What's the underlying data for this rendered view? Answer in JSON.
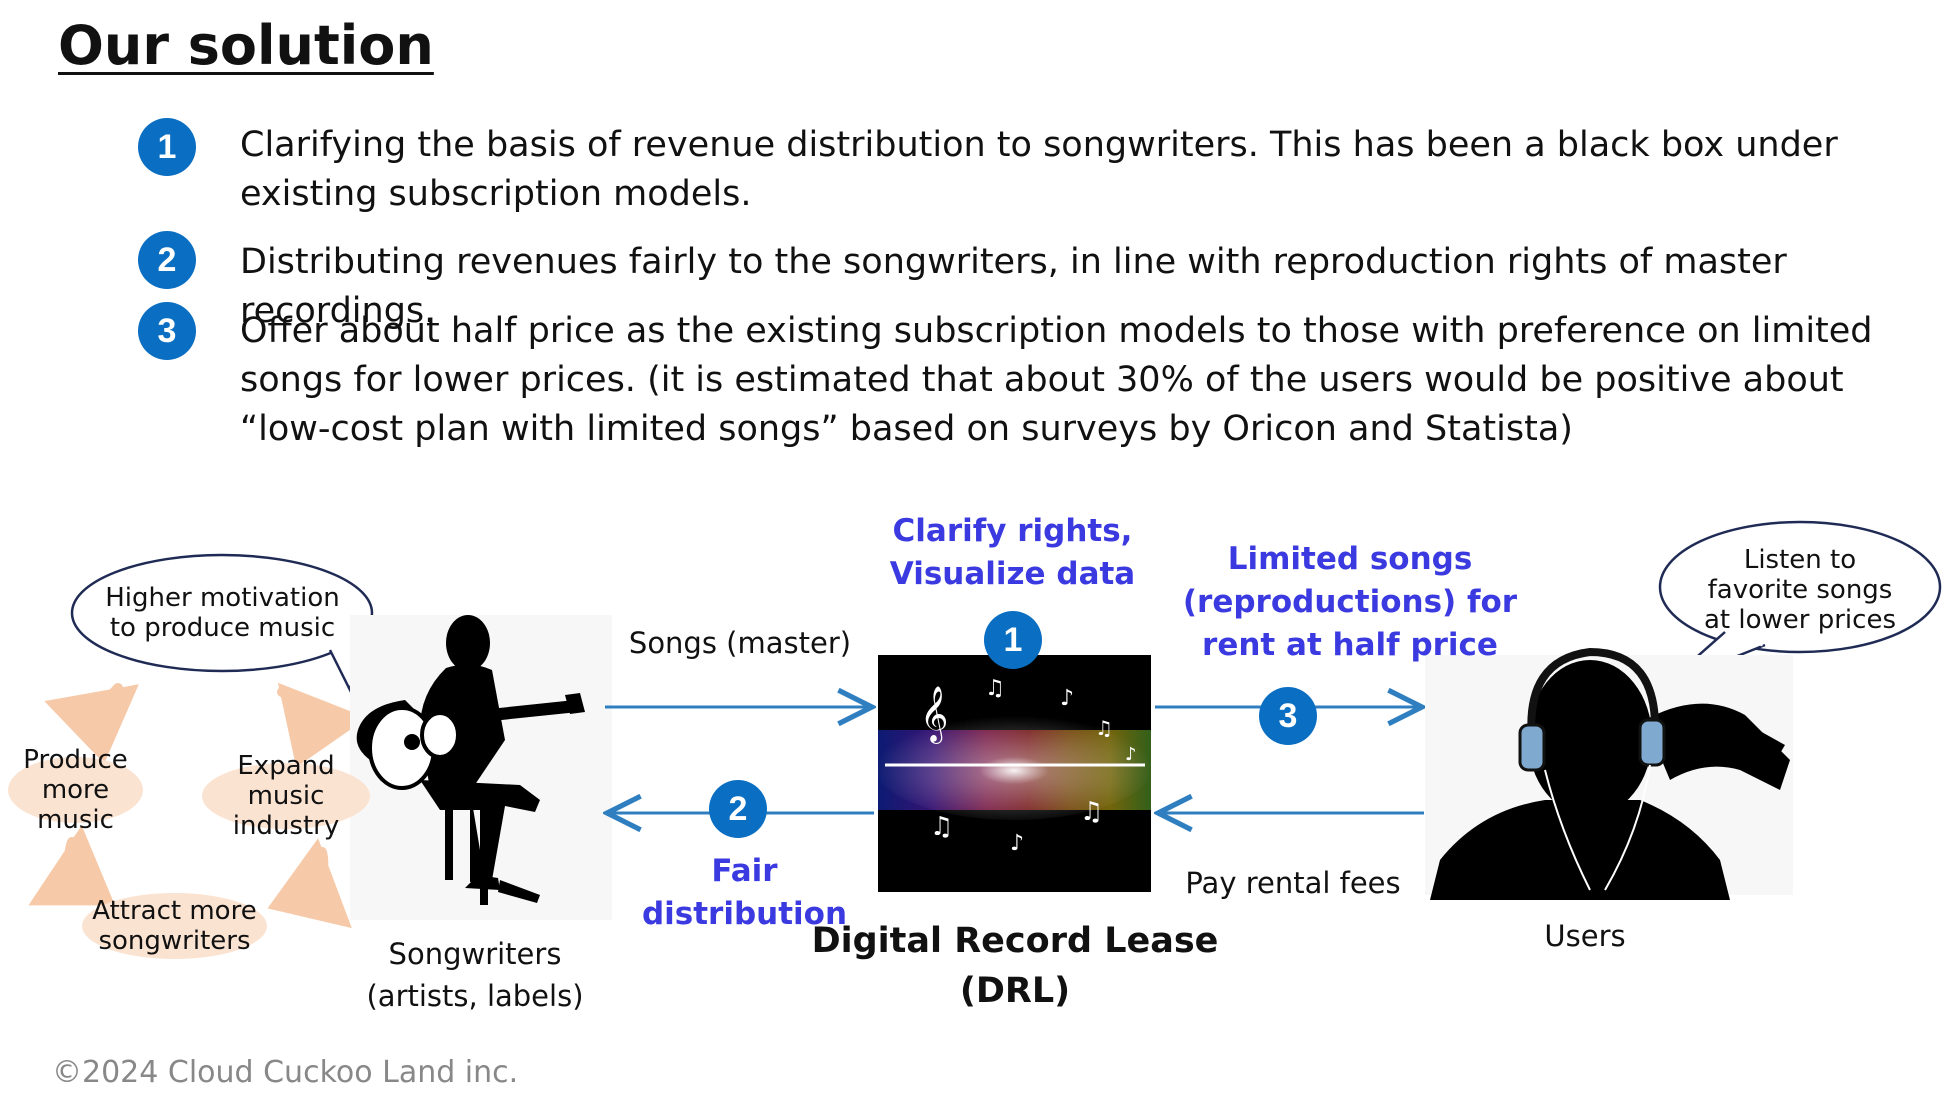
{
  "title": "Our solution",
  "points": [
    {
      "num": "1",
      "text": "Clarifying the basis of revenue distribution to songwriters. This has been a black box under existing subscription models."
    },
    {
      "num": "2",
      "text": "Distributing revenues fairly to the songwriters, in line with reproduction rights of master recordings."
    },
    {
      "num": "3",
      "text": "Offer about half price as the existing subscription models to those with preference on limited songs for lower prices. (it is estimated that about 30% of the users would be positive about “low-cost plan with limited songs” based on surveys by Oricon and Statista)"
    }
  ],
  "diagram": {
    "songwriters_bubble": "Higher motivation to produce music",
    "cycle": {
      "produce": "Produce more music",
      "expand": "Expand music industry",
      "attract": "Attract more songwriters"
    },
    "songwriters_label": "Songwriters (artists, labels)",
    "songs_master": "Songs (master)",
    "fair_distribution": "Fair distribution",
    "clarify": "Clarify rights, Visualize data",
    "drl_label_line1": "Digital Record Lease",
    "drl_label_line2": "(DRL)",
    "limited_songs": "Limited songs (reproductions) for rent at half price",
    "pay_rental": "Pay rental fees",
    "users_bubble": "Listen to favorite songs at lower prices",
    "users_label": "Users",
    "badge1": "1",
    "badge2": "2",
    "badge3": "3"
  },
  "copyright": "©2024 Cloud Cuckoo Land inc.",
  "colors": {
    "accent_blue": "#0a6fc2",
    "label_blue": "#3a3ae0",
    "arrow_blue": "#2f7fc0",
    "cycle_orange": "#f6c9a8"
  }
}
